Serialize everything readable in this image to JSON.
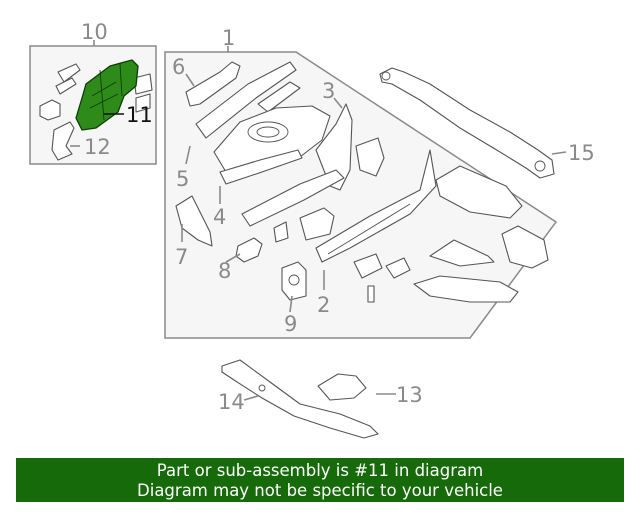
{
  "callouts": {
    "c1": "1",
    "c2": "2",
    "c3": "3",
    "c4": "4",
    "c5": "5",
    "c6": "6",
    "c7": "7",
    "c8": "8",
    "c9": "9",
    "c10": "10",
    "c11": "11",
    "c12": "12",
    "c13": "13",
    "c14": "14",
    "c15": "15"
  },
  "highlight": {
    "part": "11",
    "color": "#2e8b1a"
  },
  "banner": {
    "line1": "Part or sub-assembly is #11 in diagram",
    "line2": "Diagram may not be specific to your vehicle",
    "color": "#176a0a"
  }
}
